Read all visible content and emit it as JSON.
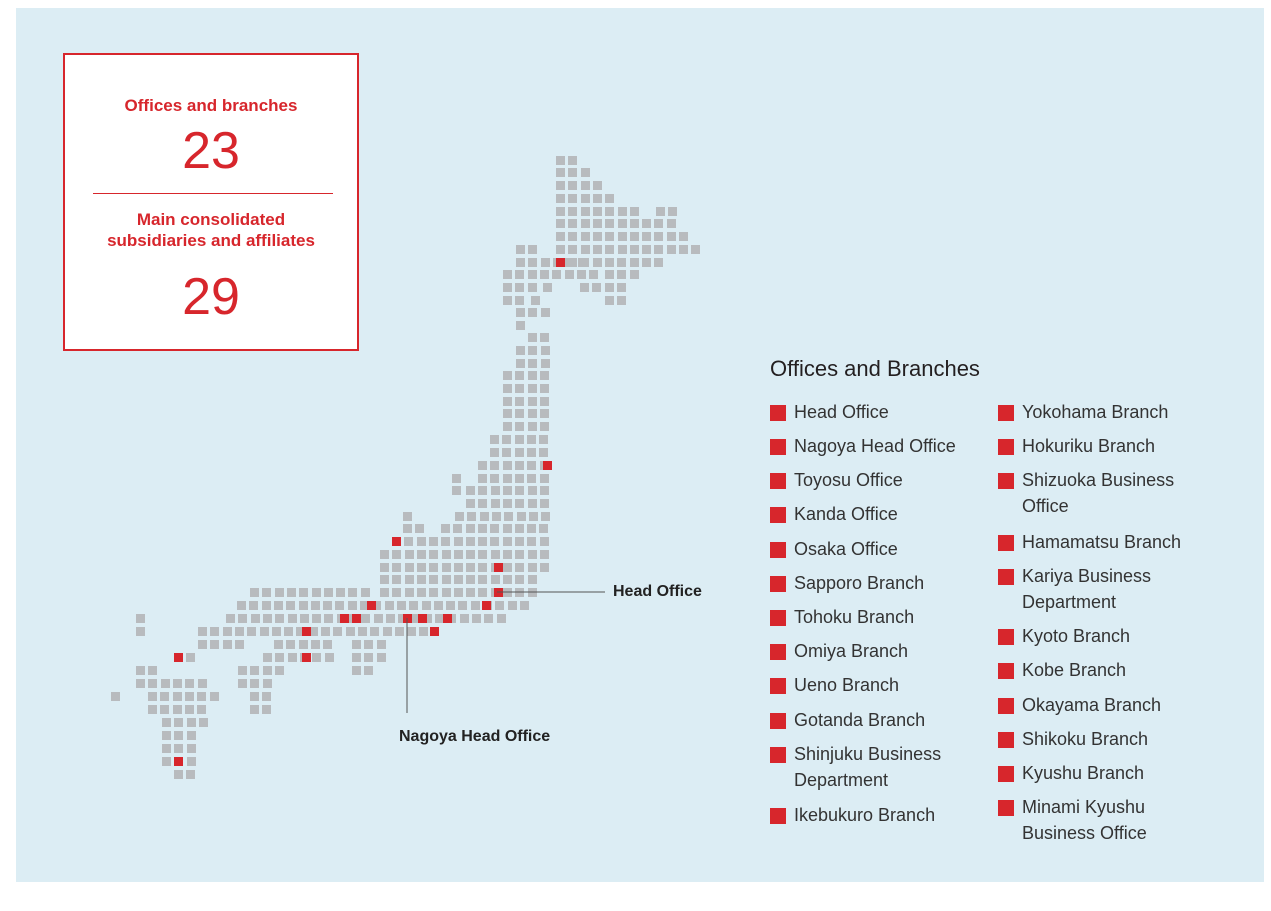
{
  "stats": {
    "offices_label": "Offices and branches",
    "offices_count": "23",
    "subs_label_line1": "Main consolidated",
    "subs_label_line2": "subsidiaries and affiliates",
    "subs_count": "29"
  },
  "map": {
    "callouts": {
      "head_office": "Head Office",
      "nagoya_head_office": "Nagoya Head Office"
    },
    "colors": {
      "land": "#b8bbbe",
      "office": "#d7262c",
      "background": "#dcedf4"
    }
  },
  "legend": {
    "title": "Offices and Branches",
    "left_column": [
      [
        "Head Office"
      ],
      [
        "Nagoya Head Office"
      ],
      [
        "Toyosu Office"
      ],
      [
        "Kanda Office"
      ],
      [
        "Osaka Office"
      ],
      [
        "Sapporo Branch"
      ],
      [
        "Tohoku Branch"
      ],
      [
        "Omiya Branch"
      ],
      [
        "Ueno Branch"
      ],
      [
        "Gotanda Branch"
      ],
      [
        "Shinjuku Business",
        "Department"
      ],
      [
        "Ikebukuro Branch"
      ]
    ],
    "right_column": [
      [
        "Yokohama Branch"
      ],
      [
        "Hokuriku Branch"
      ],
      [
        "Shizuoka Business",
        "Office"
      ],
      [
        "Hamamatsu Branch"
      ],
      [
        "Kariya Business",
        "Department"
      ],
      [
        "Kyoto Branch"
      ],
      [
        "Kobe Branch"
      ],
      [
        "Okayama Branch"
      ],
      [
        "Shikoku Branch"
      ],
      [
        "Kyushu Branch"
      ],
      [
        "Minami Kyushu",
        "Business Office"
      ]
    ]
  }
}
